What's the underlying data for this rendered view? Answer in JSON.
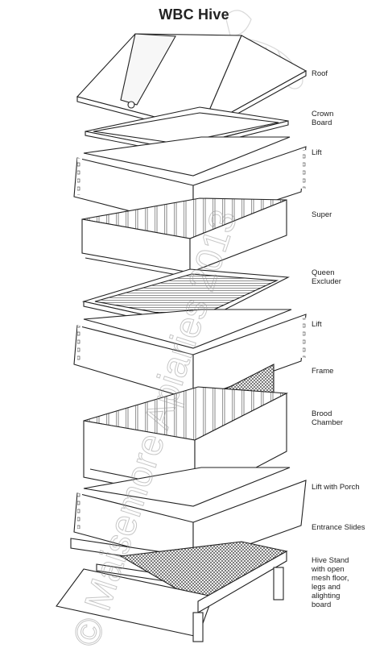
{
  "title": "WBC Hive",
  "watermark": "© Maisemore Apiaries 2013",
  "labels": [
    {
      "key": "roof",
      "text": "Roof"
    },
    {
      "key": "crown-board",
      "text": "Crown\nBoard"
    },
    {
      "key": "lift-1",
      "text": "Lift"
    },
    {
      "key": "super",
      "text": "Super"
    },
    {
      "key": "queen-excluder",
      "text": "Queen\nExcluder"
    },
    {
      "key": "lift-2",
      "text": "Lift"
    },
    {
      "key": "frame",
      "text": "Frame"
    },
    {
      "key": "brood-chamber",
      "text": "Brood\nChamber"
    },
    {
      "key": "lift-with-porch",
      "text": "Lift with Porch"
    },
    {
      "key": "entrance-slides",
      "text": "Entrance Slides"
    },
    {
      "key": "hive-stand",
      "text": "Hive Stand\nwith open\nmesh floor,\nlegs and\nalighting\nboard"
    }
  ]
}
